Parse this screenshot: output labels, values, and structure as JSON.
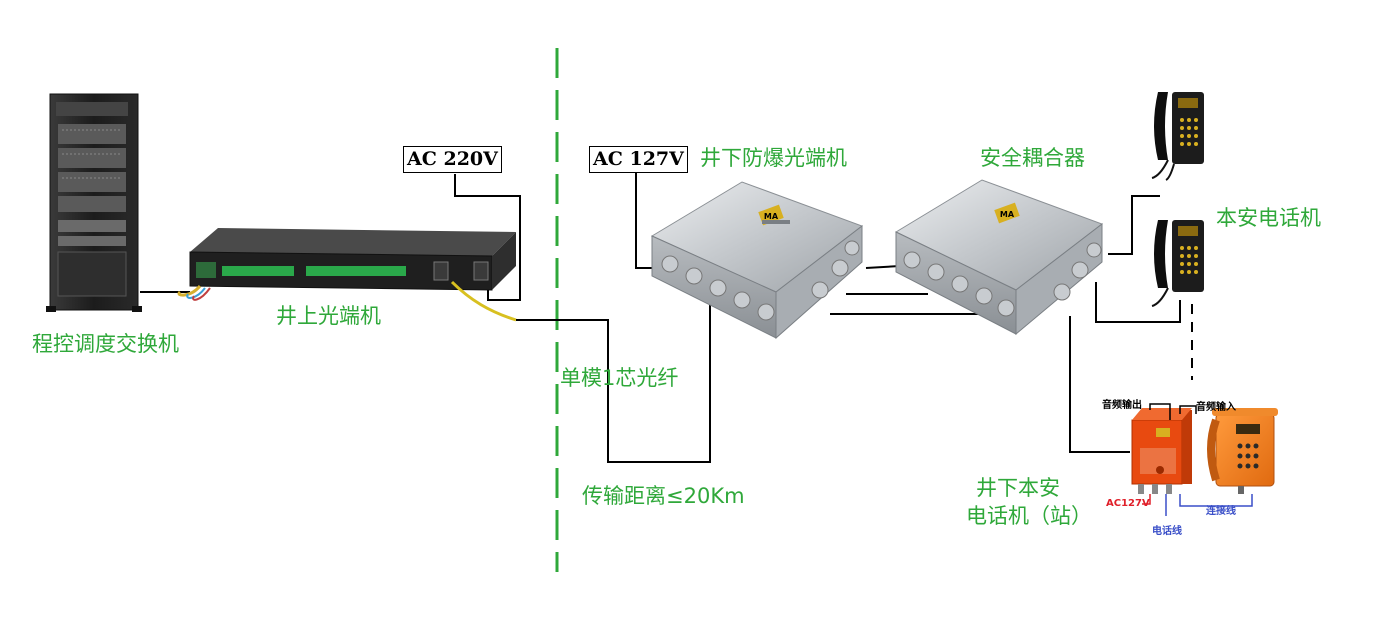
{
  "labels": {
    "exchange": "程控调度交换机",
    "surface_optical": "井上光端机",
    "ac220": "AC 220V",
    "ac127": "AC 127V",
    "underground_optical": "井下防爆光端机",
    "coupler": "安全耦合器",
    "safe_phone": "本安电话机",
    "fiber": "单模1芯光纤",
    "distance": "传输距离≤20Km",
    "station_line1": "井下本安",
    "station_line2": "电话机（站）",
    "audio_out": "音频输出",
    "audio_in": "音频输入",
    "ac127_small": "AC127V",
    "phone_line": "电话线",
    "connect_line": "连接线"
  },
  "badges": {
    "ma": "MA"
  },
  "colors": {
    "label_green": "#2fa83a",
    "divider_green": "#2fa83a",
    "wire": "#000000",
    "red_text": "#e0202a",
    "blue_text": "#3a4fc8"
  }
}
